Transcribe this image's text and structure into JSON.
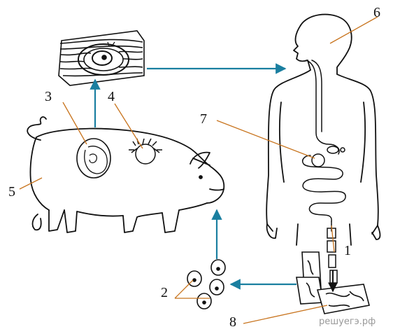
{
  "labels": {
    "n1": "1",
    "n2": "2",
    "n3": "3",
    "n4": "4",
    "n5": "5",
    "n6": "6",
    "n7": "7",
    "n8": "8"
  },
  "watermark": "решуегэ.рф",
  "colors": {
    "arrow": "#1a7fa0",
    "leader": "#c8741e",
    "ink": "#111111"
  }
}
